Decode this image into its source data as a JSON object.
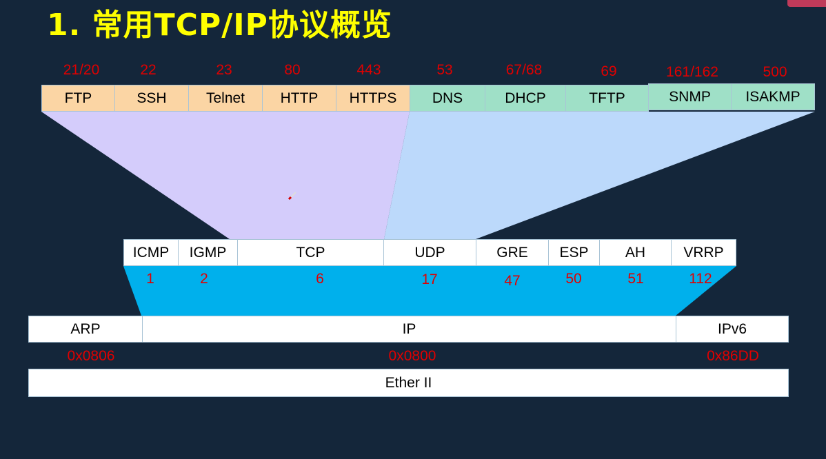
{
  "title": "1. 常用TCP/IP协议概览",
  "app_layer": [
    {
      "name": "FTP",
      "port": "21/20",
      "transport": "tcp"
    },
    {
      "name": "SSH",
      "port": "22",
      "transport": "tcp"
    },
    {
      "name": "Telnet",
      "port": "23",
      "transport": "tcp"
    },
    {
      "name": "HTTP",
      "port": "80",
      "transport": "tcp"
    },
    {
      "name": "HTTPS",
      "port": "443",
      "transport": "tcp"
    },
    {
      "name": "DNS",
      "port": "53",
      "transport": "udp"
    },
    {
      "name": "DHCP",
      "port": "67/68",
      "transport": "udp"
    },
    {
      "name": "TFTP",
      "port": "69",
      "transport": "udp"
    },
    {
      "name": "SNMP",
      "port": "161/162",
      "transport": "udp"
    },
    {
      "name": "ISAKMP",
      "port": "500",
      "transport": "udp"
    }
  ],
  "ip_protocols": [
    {
      "name": "ICMP",
      "number": "1"
    },
    {
      "name": "IGMP",
      "number": "2"
    },
    {
      "name": "TCP",
      "number": "6"
    },
    {
      "name": "UDP",
      "number": "17"
    },
    {
      "name": "GRE",
      "number": "47"
    },
    {
      "name": "ESP",
      "number": "50"
    },
    {
      "name": "AH",
      "number": "51"
    },
    {
      "name": "VRRP",
      "number": "112"
    }
  ],
  "network_layer": [
    {
      "name": "ARP",
      "ethertype": "0x0806"
    },
    {
      "name": "IP",
      "ethertype": "0x0800"
    },
    {
      "name": "IPv6",
      "ethertype": "0x86DD"
    }
  ],
  "link_layer": {
    "name": "Ether II"
  },
  "colors": {
    "background": "#14263a",
    "title": "#ffff00",
    "tcp_app": "#fbd5a4",
    "udp_app": "#9fe0c7",
    "tcp_funnel": "#d4ccfb",
    "udp_funnel": "#bcd9fb",
    "ip_funnel": "#00b0ec",
    "label_red": "#e00000"
  }
}
